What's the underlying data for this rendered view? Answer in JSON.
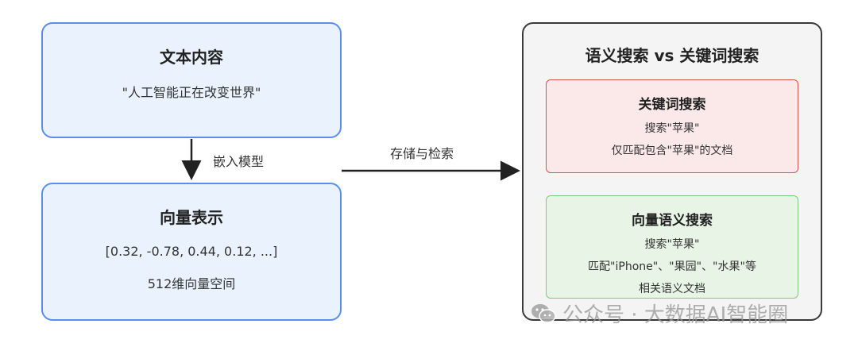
{
  "nodes": {
    "text_content": {
      "title": "文本内容",
      "line1": "\"人工智能正在改变世界\""
    },
    "vector_repr": {
      "title": "向量表示",
      "line1": "[0.32, -0.78, 0.44, 0.12, ...]",
      "line2": "512维向量空间"
    }
  },
  "edges": {
    "embed_label": "嵌入模型",
    "store_label": "存储与检索"
  },
  "comparison": {
    "title": "语义搜索 vs 关键词搜索",
    "keyword": {
      "title": "关键词搜索",
      "line1": "搜索\"苹果\"",
      "line2": "仅匹配包含\"苹果\"的文档"
    },
    "semantic": {
      "title": "向量语义搜索",
      "line1": "搜索\"苹果\"",
      "line2": "匹配\"iPhone\"、\"果园\"、\"水果\"等",
      "line3": "相关语义文档"
    }
  },
  "watermark": {
    "text": "公众号 · 大数据AI智能圈",
    "icon": "wechat-icon"
  },
  "colors": {
    "node_border": "#5b8def",
    "node_fill": "#eaf3fd",
    "keyword_border": "#d9534f",
    "keyword_fill": "#fbe8e8",
    "semantic_border": "#86c586",
    "semantic_fill": "#e8f4e6",
    "arrow": "#222222"
  }
}
